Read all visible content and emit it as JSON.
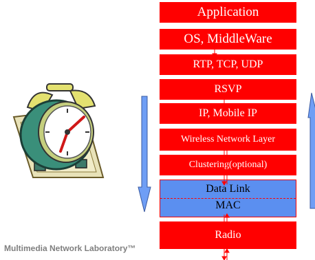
{
  "diagram": {
    "layers": [
      {
        "id": "application",
        "label": "Application"
      },
      {
        "id": "os-middleware",
        "label": "OS, MiddleWare"
      },
      {
        "id": "rtp-tcp-udp",
        "label": "RTP, TCP, UDP"
      },
      {
        "id": "rsvp",
        "label": "RSVP"
      },
      {
        "id": "ip-mobile-ip",
        "label": "IP, Mobile IP"
      },
      {
        "id": "wireless-network-layer",
        "label": "Wireless Network Layer"
      },
      {
        "id": "clustering",
        "label": "Clustering(optional)"
      },
      {
        "id": "data-link",
        "label": "Data Link"
      },
      {
        "id": "mac",
        "label": "MAC"
      },
      {
        "id": "radio",
        "label": "Radio"
      }
    ],
    "colors": {
      "layer_fill": "#ff0000",
      "data_link_fill": "#5b8ff0",
      "side_arrow": "#6f9ef5",
      "footer_text": "#7f7f7f"
    },
    "icons": [
      "alarm-clock-icon",
      "down-arrow-icon",
      "up-arrow-icon"
    ]
  },
  "footer": {
    "lab_name": "Multimedia Network Laboratory™"
  }
}
